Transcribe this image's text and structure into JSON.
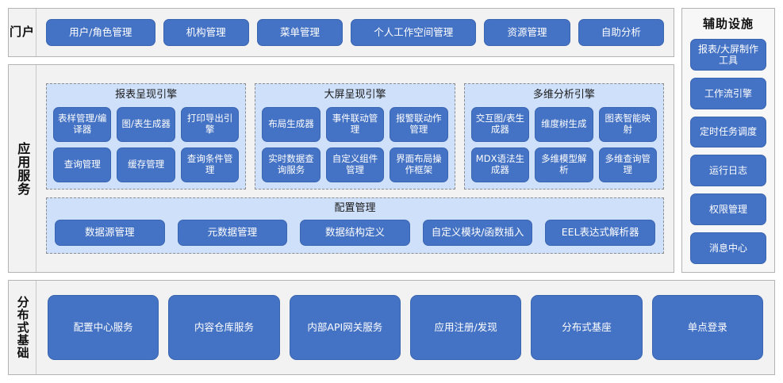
{
  "diagram": {
    "title_portal": "门户",
    "title_app_service": "应用服务",
    "title_distributed": "分布式基础",
    "title_aux": "辅助设施"
  },
  "portal": {
    "buttons": [
      {
        "label": "用户/角色管理"
      },
      {
        "label": "机构管理"
      },
      {
        "label": "菜单管理"
      },
      {
        "label": "个人工作空间管理"
      },
      {
        "label": "资源管理"
      },
      {
        "label": "自助分析"
      }
    ]
  },
  "app_service": {
    "engines": [
      {
        "title": "报表呈现引擎",
        "tiles": [
          {
            "label": "表样管理/编译器"
          },
          {
            "label": "图/表生成器"
          },
          {
            "label": "打印导出引擎"
          },
          {
            "label": "查询管理"
          },
          {
            "label": "缓存管理"
          },
          {
            "label": "查询条件管理"
          }
        ]
      },
      {
        "title": "大屏呈现引擎",
        "tiles": [
          {
            "label": "布局生成器"
          },
          {
            "label": "事件联动管理"
          },
          {
            "label": "报警联动作管理"
          },
          {
            "label": "实时数据查询服务"
          },
          {
            "label": "自定义组件管理"
          },
          {
            "label": "界面布局操作框架"
          }
        ]
      },
      {
        "title": "多维分析引擎",
        "tiles": [
          {
            "label": "交互图/表生成器"
          },
          {
            "label": "维度树生成"
          },
          {
            "label": "图表智能映射"
          },
          {
            "label": "MDX语法生成器"
          },
          {
            "label": "多维模型解析"
          },
          {
            "label": "多维查询管理"
          }
        ]
      }
    ],
    "config": {
      "title": "配置管理",
      "buttons": [
        {
          "label": "数据源管理"
        },
        {
          "label": "元数据管理"
        },
        {
          "label": "数据结构定义"
        },
        {
          "label": "自定义模块/函数插入"
        },
        {
          "label": "EEL表达式解析器"
        }
      ]
    }
  },
  "distributed": {
    "buttons": [
      {
        "label": "配置中心服务"
      },
      {
        "label": "内容仓库服务"
      },
      {
        "label": "内部API网关服务"
      },
      {
        "label": "应用注册/发现"
      },
      {
        "label": "分布式基座"
      },
      {
        "label": "单点登录"
      }
    ]
  },
  "aux": {
    "buttons": [
      {
        "label": "报表/大屏制作工具"
      },
      {
        "label": "工作流引擎"
      },
      {
        "label": "定时任务调度"
      },
      {
        "label": "运行日志"
      },
      {
        "label": "权限管理"
      },
      {
        "label": "消息中心"
      }
    ]
  },
  "colors": {
    "accent_blue": "#4472c4",
    "panel_blue": "#cfe0fa",
    "frame_gray": "#f2f2f2",
    "border_gray": "#b4b4b4"
  }
}
